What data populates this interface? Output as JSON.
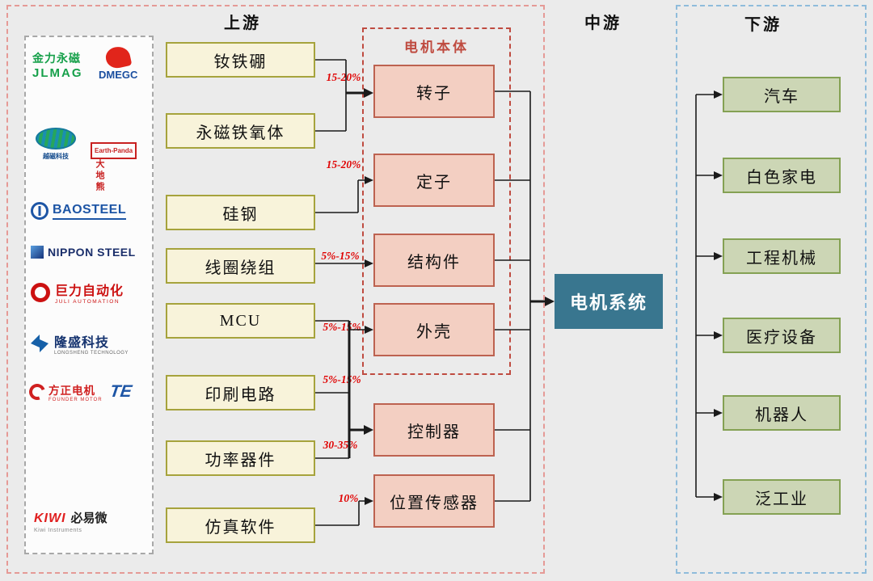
{
  "titles": {
    "upstream": "上游",
    "midstream": "中游",
    "downstream": "下游"
  },
  "logos": {
    "jlmag": {
      "cn": "金力永磁",
      "en": "JLMAG"
    },
    "dmegc": {
      "en": "DMEGC"
    },
    "sinomag": {
      "cn": "越磁科技"
    },
    "earth_panda": {
      "en": "Earth-Panda",
      "cn": "大地熊"
    },
    "baosteel": {
      "en": "BAOSTEEL"
    },
    "nippon": {
      "en": "NIPPON STEEL"
    },
    "juli": {
      "cn": "巨力自动化",
      "en": "JULI AUTOMATION"
    },
    "longsheng": {
      "cn": "隆盛科技",
      "en": "LONGSHENG TECHNOLOGY"
    },
    "founder": {
      "cn": "方正电机",
      "en": "FOUNDER MOTOR",
      "mark": "TE"
    },
    "kiwi": {
      "en": "KIWI",
      "cn": "必易微",
      "sub": "Kiwi Instruments"
    }
  },
  "upstream_items": [
    {
      "label": "钕铁硼"
    },
    {
      "label": "永磁铁氧体"
    },
    {
      "label": "硅钢"
    },
    {
      "label": "线圈绕组"
    },
    {
      "label": "MCU"
    },
    {
      "label": "印刷电路"
    },
    {
      "label": "功率器件"
    },
    {
      "label": "仿真软件"
    }
  ],
  "percent_labels": [
    "15-20%",
    "15-20%",
    "5%-15%",
    "5%-15%",
    "5%-15%",
    "30-35%",
    "10%"
  ],
  "motor_body": {
    "title": "电机本体",
    "items": [
      "转子",
      "定子",
      "结构件",
      "外壳"
    ]
  },
  "extra_components": [
    "控制器",
    "位置传感器"
  ],
  "system_box": {
    "label": "电机系统"
  },
  "downstream_items": [
    "汽车",
    "白色家电",
    "工程机械",
    "医疗设备",
    "机器人",
    "泛工业"
  ],
  "colors": {
    "upstream_border": "#e59a96",
    "downstream_border": "#8fbcdb",
    "material_fill": "#f8f3da",
    "material_border": "#a6a33c",
    "part_fill": "#f3cfc2",
    "part_border": "#bd6250",
    "motor_body_border": "#bf4b40",
    "system_fill": "#39768f",
    "app_fill": "#ccd6b5",
    "app_border": "#84a153",
    "percent_color": "#e00000"
  }
}
